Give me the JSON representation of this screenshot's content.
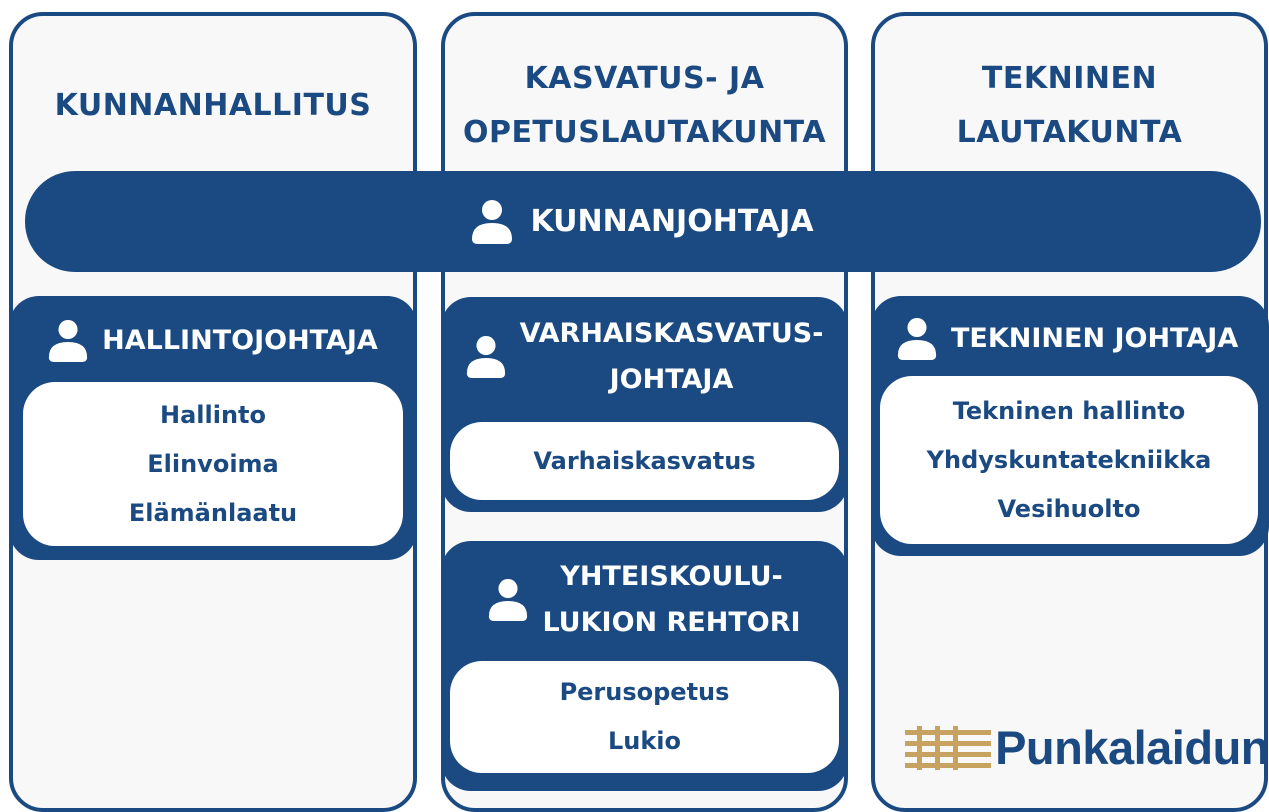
{
  "columns": [
    {
      "title_lines": [
        "KUNNANHALLITUS"
      ]
    },
    {
      "title_lines": [
        "KASVATUS- JA",
        "OPETUSLAUTAKUNTA"
      ]
    },
    {
      "title_lines": [
        "TEKNINEN",
        "LAUTAKUNTA"
      ]
    }
  ],
  "top_role": {
    "label": "KUNNANJOHTAJA",
    "icon": "person-icon"
  },
  "roles": {
    "hallintojohtaja": {
      "title_lines": [
        "HALLINTOJOHTAJA"
      ],
      "items": [
        "Hallinto",
        "Elinvoima",
        "Elämänlaatu"
      ]
    },
    "varhaiskasvatusjohtaja": {
      "title_lines": [
        "VARHAISKASVATUS-",
        "JOHTAJA"
      ],
      "items": [
        "Varhaiskasvatus"
      ]
    },
    "rehtori": {
      "title_lines": [
        "YHTEISKOULU-",
        "LUKION REHTORI"
      ],
      "items": [
        "Perusopetus",
        "Lukio"
      ]
    },
    "tekninen_johtaja": {
      "title_lines": [
        "TEKNINEN JOHTAJA"
      ],
      "items": [
        "Tekninen hallinto",
        "Yhdyskuntatekniikka",
        "Vesihuolto"
      ]
    }
  },
  "logo": {
    "text": "Punkalaidun",
    "icon": "fence-logo-icon"
  },
  "colors": {
    "primary": "#1b4a82",
    "logo_mark": "#c8a260",
    "column_bg": "#f8f8f9",
    "white": "#ffffff"
  }
}
